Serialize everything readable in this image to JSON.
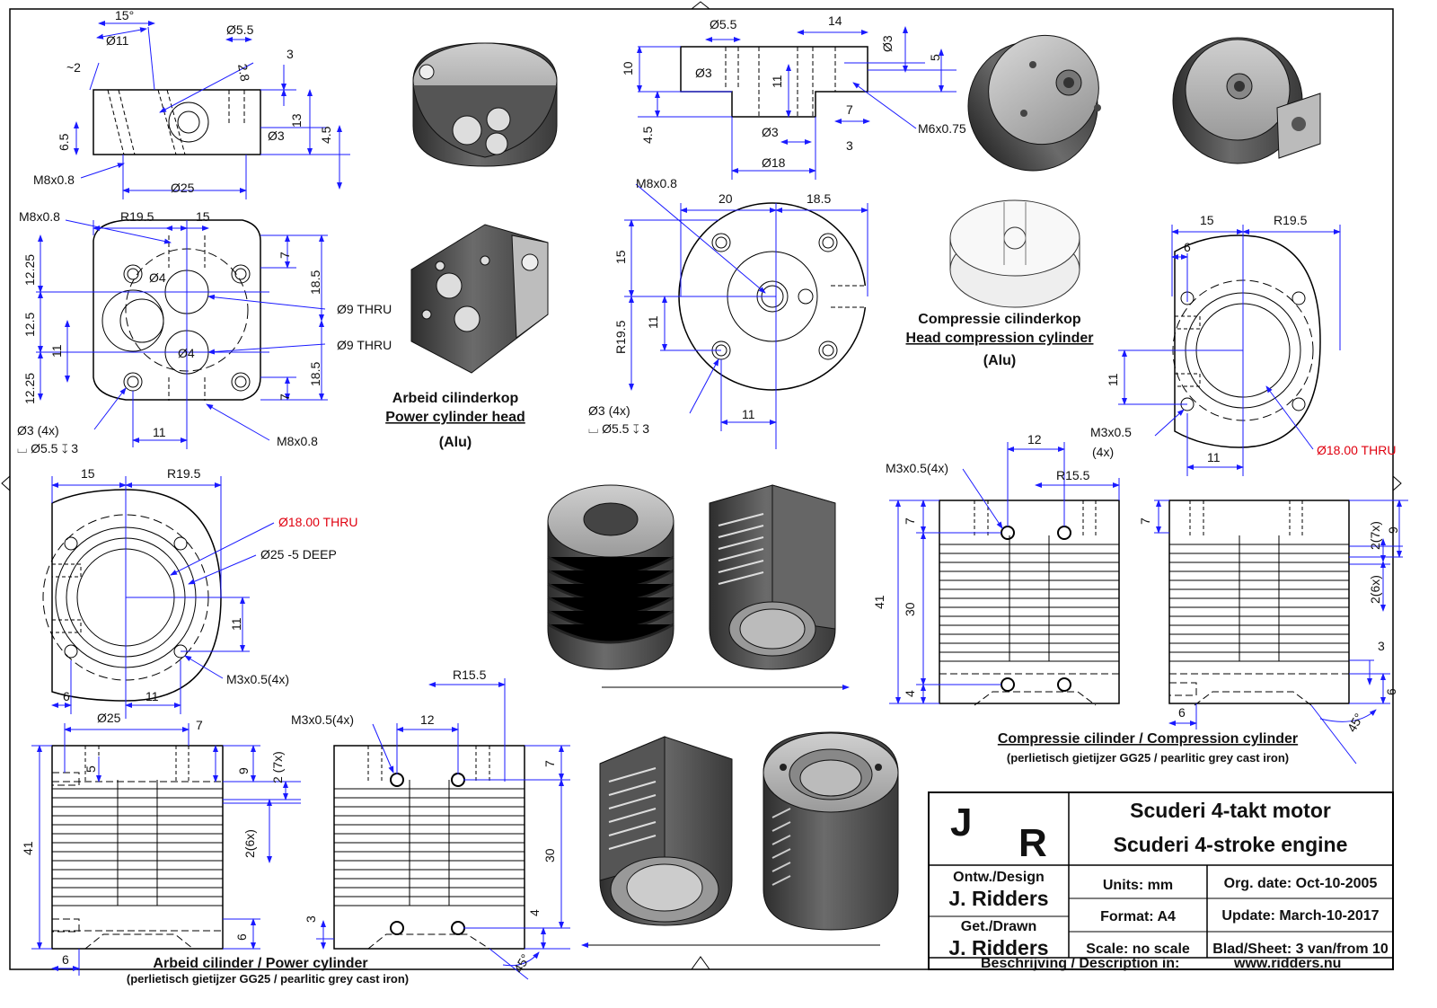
{
  "colors": {
    "dimension_line": "#1a1aff",
    "outline": "#000000",
    "highlight": "#e0000f",
    "solid_dark": "#4a4a4a",
    "solid_light": "#d8d8d8"
  },
  "views": {
    "power_head_front": {
      "dims": [
        "15°",
        "Ø11",
        "Ø5.5",
        "~2",
        "2.8",
        "3",
        "13",
        "4.5",
        "6.5",
        "Ø3",
        "M8x0.8",
        "Ø25"
      ]
    },
    "power_head_top": {
      "dims": [
        "M8x0.8",
        "R19.5",
        "15",
        "12.25",
        "12.5",
        "12.25",
        "11",
        "Ø4",
        "Ø4",
        "7",
        "18.5",
        "18.5",
        "7",
        "Ø9 THRU",
        "Ø9 THRU",
        "Ø3 (4x)",
        "⌴ Ø5.5 ↧ 3",
        "11",
        "M8x0.8"
      ]
    },
    "power_head_caption": {
      "nl": "Arbeid cilinderkop",
      "en": "Power cylinder head",
      "material": "(Alu)"
    },
    "compression_head_front": {
      "dims": [
        "Ø5.5",
        "14",
        "Ø3",
        "10",
        "Ø3",
        "11",
        "5",
        "4.5",
        "7",
        "Ø3",
        "3",
        "Ø18",
        "M6x0.75"
      ]
    },
    "compression_head_top": {
      "dims": [
        "M8x0.8",
        "20",
        "18.5",
        "15",
        "R19.5",
        "11",
        "11",
        "Ø3 (4x)",
        "⌴ Ø5.5 ↧ 3"
      ]
    },
    "compression_head_caption": {
      "nl": "Compressie cilinderkop",
      "en": "Head compression cylinder",
      "material": "(Alu)"
    },
    "compression_cyl_top": {
      "dims": [
        "15",
        "R19.5",
        "6",
        "11",
        "M3x0.5",
        "(4x)",
        "11"
      ],
      "thru": "Ø18.00 THRU"
    },
    "power_cyl_top": {
      "dims": [
        "15",
        "R19.5",
        "Ø25 -5 DEEP",
        "11",
        "6",
        "11",
        "M3x0.5(4x)"
      ],
      "thru": "Ø18.00 THRU"
    },
    "compression_cyl_side_a": {
      "dims": [
        "M3x0.5(4x)",
        "12",
        "R15.5",
        "7",
        "41",
        "30",
        "4"
      ]
    },
    "compression_cyl_side_b": {
      "dims": [
        "7",
        "9",
        "2(7x)",
        "2(6x)",
        "3",
        "6",
        "6",
        "45°"
      ]
    },
    "compression_cyl_caption": {
      "title": "Compressie cilinder / Compression cylinder",
      "material": "(perlietisch gietijzer GG25 / pearlitic grey cast iron)"
    },
    "power_cyl_side_a": {
      "dims": [
        "Ø25",
        "7",
        "5",
        "9",
        "2 (7x)",
        "2(6x)",
        "41",
        "6",
        "6"
      ]
    },
    "power_cyl_side_b": {
      "dims": [
        "R15.5",
        "M3x0.5(4x)",
        "12",
        "7",
        "30",
        "3",
        "4",
        "45°"
      ]
    },
    "power_cyl_caption": {
      "title": "Arbeid cilinder / Power cylinder",
      "material": "(perlietisch gietijzer GG25 / pearlitic grey cast iron)"
    }
  },
  "title_block": {
    "logo_j": "J",
    "logo_r": "R",
    "title_nl": "Scuderi 4-takt motor",
    "title_en": "Scuderi 4-stroke engine",
    "design_label": "Ontw./Design",
    "design_name": "J. Ridders",
    "drawn_label": "Get./Drawn",
    "drawn_name": "J. Ridders",
    "units": "Units: mm",
    "format": "Format: A4",
    "scale": "Scale: no scale",
    "org_date": "Org. date: Oct-10-2005",
    "update": "Update: March-10-2017",
    "sheet": "Blad/Sheet: 3 van/from 10",
    "desc_label": "Beschrijving / Description in:",
    "desc_url": "www.ridders.nu"
  }
}
